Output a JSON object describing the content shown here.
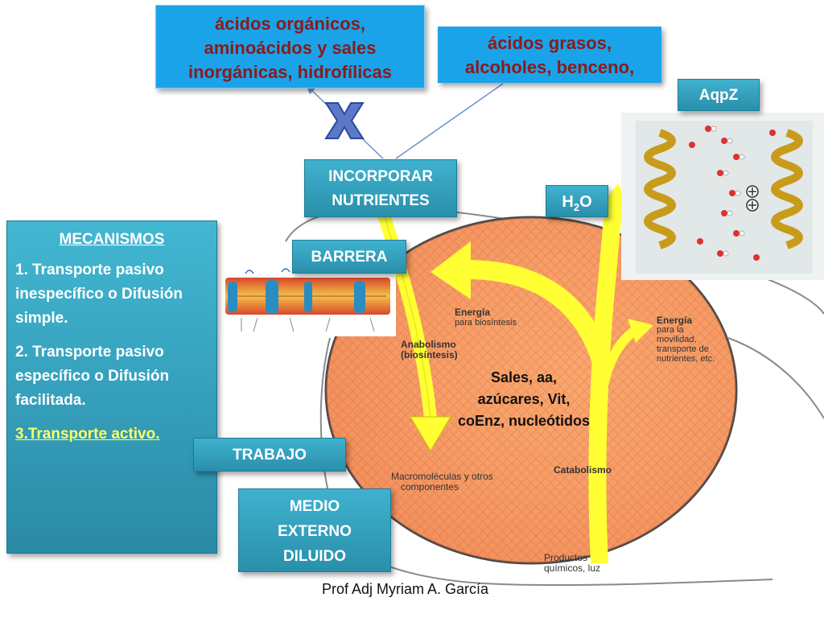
{
  "top_left_box": {
    "lines": [
      "ácidos orgánicos,",
      "aminoácidos y sales",
      "inorgánicas, hidrofílicas"
    ]
  },
  "top_right_box": {
    "lines": [
      "ácidos grasos,",
      "alcoholes, benceno,"
    ]
  },
  "aqpz_label": "AqpZ",
  "incorporar_label": {
    "line1": "INCORPORAR",
    "line2": "NUTRIENTES"
  },
  "h2o_label": {
    "h": "H",
    "sub": "2",
    "o": "O"
  },
  "barrera_label": "BARRERA",
  "trabajo_label": "TRABAJO",
  "medio_label": {
    "line1": "MEDIO",
    "line2": "EXTERNO",
    "line3": "DILUIDO"
  },
  "mechanisms": {
    "title": "MECANISMOS",
    "item1": "1. Transporte pasivo inespecífico o Difusión simple.",
    "item2": "2. Transporte pasivo específico o Difusión facilitada.",
    "item3": "3.Transporte activo."
  },
  "cell": {
    "energia_biosintesis_title": "Energía",
    "energia_biosintesis_sub": "para biosíntesis",
    "anabolismo_1": "Anabolismo",
    "anabolismo_2": "(biosíntesis)",
    "energia_right_title": "Energía",
    "energia_right_1": "para la",
    "energia_right_2": "movilidad,",
    "energia_right_3": "transporte de",
    "energia_right_4": "nutrientes, etc.",
    "macro_1": "Macromoléculas y otros",
    "macro_2": "componentes",
    "catabolismo": "Catabolismo",
    "productos_1": "Productos",
    "productos_2": "químicos, luz"
  },
  "nutrients": {
    "line1": "Sales,  aa,",
    "line2": "azúcares, Vit,",
    "line3": "coEnz, nucleótidos"
  },
  "footer": "Prof Adj Myriam A. García",
  "colors": {
    "blue_label": "#1aa3e8",
    "teal_label": "#2e96b3",
    "title_text": "#8b1a1a",
    "arrow_yellow": "#ffff33",
    "cell_fill": "#f5a060"
  }
}
